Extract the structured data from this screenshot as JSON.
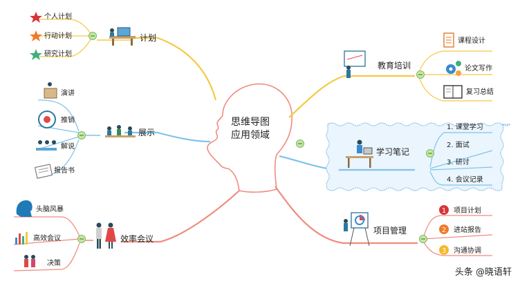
{
  "center": {
    "line1": "思维导图",
    "line2": "应用领域"
  },
  "colors": {
    "yellow": "#f5c842",
    "blue": "#7ec3ea",
    "red": "#f08a7e",
    "gray": "#9aa3a8",
    "green_dot": "#c8e6a8",
    "star_red": "#d6343a",
    "star_orange": "#f07a2a",
    "star_green": "#3fb07a"
  },
  "branches": {
    "plan": {
      "label": "计划",
      "items": [
        "个人计划",
        "行动计划",
        "研究计划"
      ]
    },
    "show": {
      "label": "展示",
      "items": [
        "演讲",
        "推销",
        "解说",
        "报告书"
      ]
    },
    "meeting": {
      "label": "效率会议",
      "items": [
        "头脑风暴",
        "高效会议",
        "决策"
      ]
    },
    "edu": {
      "label": "教育培训",
      "items": [
        "课程设计",
        "论文写作",
        "复习总结"
      ]
    },
    "notes": {
      "label": "学习笔记",
      "items": [
        "1. 课堂学习",
        "2. 面试",
        "3. 研讨",
        "4. 会议记录"
      ]
    },
    "project": {
      "label": "项目管理",
      "items": [
        "项目计划",
        "进站报告",
        "沟通协调"
      ],
      "badges": [
        "1",
        "2",
        "3"
      ]
    }
  },
  "watermark": "头条 @晓语轩"
}
